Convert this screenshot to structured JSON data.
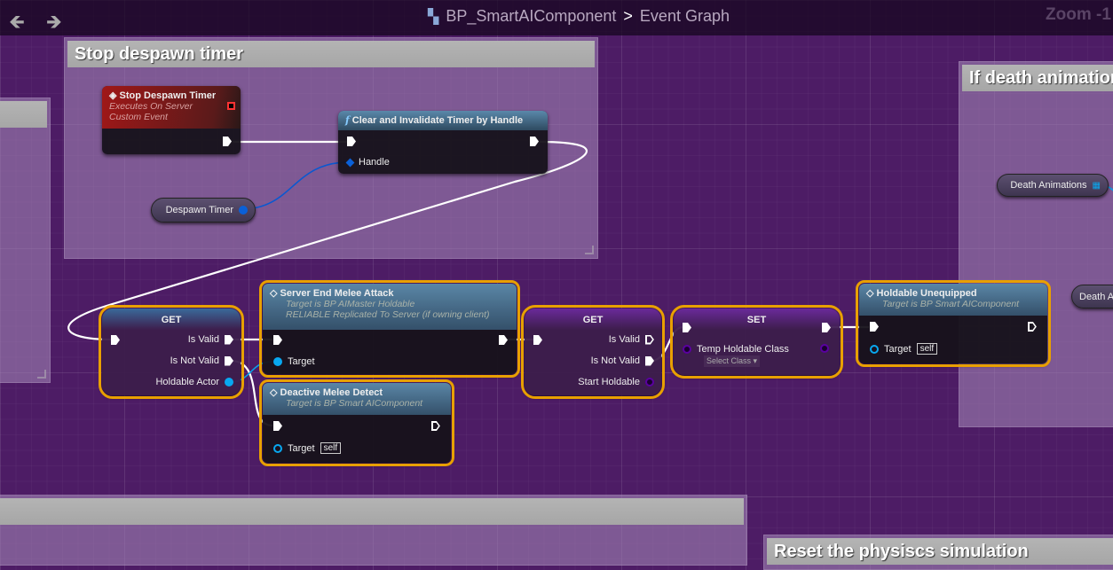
{
  "toolbar": {
    "back": "back",
    "forward": "forward",
    "blueprint": "BP_SmartAIComponent",
    "separator": ">",
    "graph": "Event Graph",
    "zoom": "Zoom -1"
  },
  "comments": {
    "stop_despawn": "Stop despawn timer",
    "death_anim": "If death animation",
    "bottom_left": "",
    "reset_physics": "Reset the physiscs simulation"
  },
  "nodes": {
    "stop_timer": {
      "title": "Stop Despawn Timer",
      "sub1": "Executes On Server",
      "sub2": "Custom Event"
    },
    "clear_timer": {
      "title": "Clear and Invalidate Timer by Handle",
      "pin_handle": "Handle"
    },
    "despawn_var": {
      "label": "Despawn Timer"
    },
    "get1": {
      "title": "GET",
      "is_valid": "Is Valid",
      "is_not_valid": "Is Not Valid",
      "output": "Holdable Actor"
    },
    "server_end": {
      "title": "Server End Melee Attack",
      "sub1": "Target is BP AIMaster Holdable",
      "sub2": "RELIABLE Replicated To Server (if owning client)",
      "target": "Target"
    },
    "deactive": {
      "title": "Deactive Melee Detect",
      "sub1": "Target is BP Smart AIComponent",
      "target": "Target",
      "self": "self"
    },
    "get2": {
      "title": "GET",
      "is_valid": "Is Valid",
      "is_not_valid": "Is Not Valid",
      "output": "Start Holdable"
    },
    "set": {
      "title": "SET",
      "var": "Temp Holdable Class",
      "select": "Select Class ▾"
    },
    "unequipped": {
      "title": "Holdable Unequipped",
      "sub1": "Target is BP Smart AIComponent",
      "target": "Target",
      "self": "self"
    },
    "death_anims": {
      "label": "Death Animations"
    },
    "death_partial": {
      "label": "Death A"
    }
  },
  "colors": {
    "exec": "#ffffff",
    "object": "#00a8f0",
    "class": "#5a00a0",
    "struct": "#0058c8",
    "selection": "#e8a000"
  }
}
